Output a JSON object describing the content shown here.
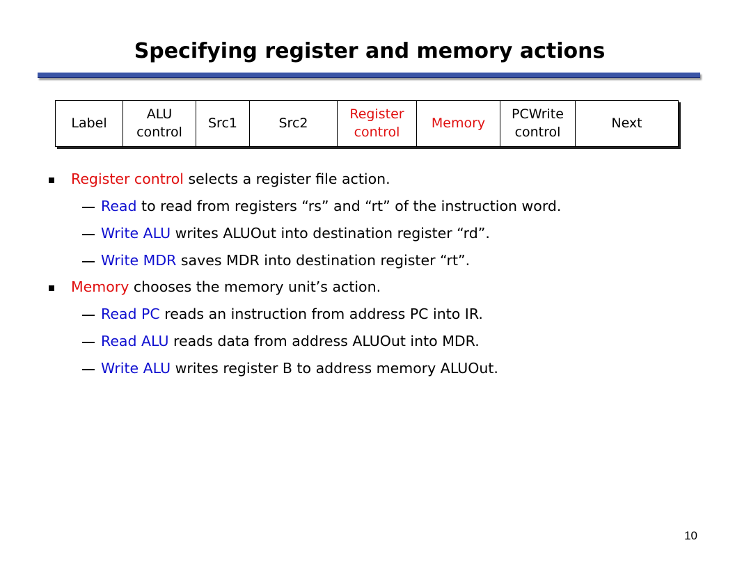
{
  "slide": {
    "title": "Specifying register and memory actions",
    "page_number": "10"
  },
  "table": {
    "columns": [
      {
        "line1": "Label",
        "line2": "",
        "color": "#000000"
      },
      {
        "line1": "ALU",
        "line2": "control",
        "color": "#000000"
      },
      {
        "line1": "Src1",
        "line2": "",
        "color": "#000000"
      },
      {
        "line1": "Src2",
        "line2": "",
        "color": "#000000"
      },
      {
        "line1": "Register",
        "line2": "control",
        "color": "#e01010"
      },
      {
        "line1": "Memory",
        "line2": "",
        "color": "#e01010"
      },
      {
        "line1": "PCWrite",
        "line2": "control",
        "color": "#000000"
      },
      {
        "line1": "Next",
        "line2": "",
        "color": "#000000"
      }
    ]
  },
  "bullets": [
    {
      "term": "Register control",
      "text": " selects a register file action.",
      "subitems": [
        {
          "term": "Read",
          "text": " to read from registers “rs” and “rt” of the instruction word."
        },
        {
          "term": "Write ALU",
          "text": " writes ALUOut into destination register “rd”."
        },
        {
          "term": "Write MDR",
          "text": " saves MDR into destination register “rt”."
        }
      ]
    },
    {
      "term": "Memory",
      "text": " chooses the memory unit’s action.",
      "subitems": [
        {
          "term": "Read PC",
          "text": " reads an instruction from address PC into IR."
        },
        {
          "term": "Read ALU",
          "text": " reads data from address ALUOut into MDR."
        },
        {
          "term": "Write ALU",
          "text": " writes register B to address memory ALUOut."
        }
      ]
    }
  ],
  "colors": {
    "term_red": "#e01010",
    "term_blue": "#1010d0",
    "title_rule": "#3b55a6"
  }
}
